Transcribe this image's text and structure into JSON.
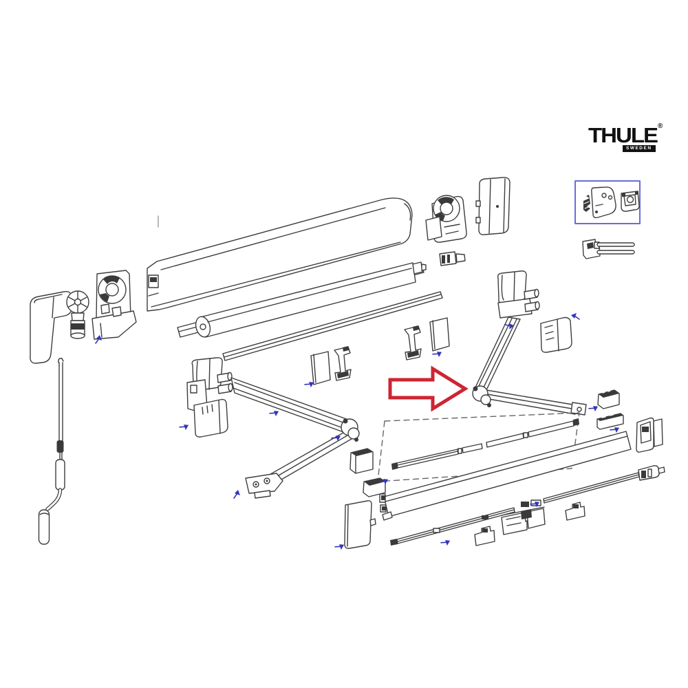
{
  "brand": {
    "wordmark": "THULE",
    "registered_mark": "®",
    "country_label": "SWEDEN"
  },
  "colors": {
    "background": "#ffffff",
    "line": "#3d3d3d",
    "dark_fill": "#3a3a3a",
    "highlight_arrow_red": "#ce2433",
    "callout_blue": "#3434bb",
    "inset_border_blue": "#6b6bd6",
    "logo_black": "#111111"
  },
  "diagram": {
    "type": "exploded-parts-diagram",
    "subject": "awning-assembly",
    "highlighted_part": "arm-elbow-joint",
    "parts": [
      "case-top-profile",
      "case-lid-strip",
      "roller-tube",
      "front-flap-strip",
      "left-end-cap",
      "gear-knob",
      "left-gearbox-bracket",
      "crank-handle",
      "right-gearbox",
      "right-end-cap",
      "roller-spigot",
      "right-support-arm",
      "right-arm-cover",
      "left-support-arm",
      "left-arm-cover",
      "arm-foot-bracket",
      "fabric-clamp-plate",
      "fabric-clamp-hook",
      "tension-rafter-rod",
      "lead-rail-panel",
      "pull-rod",
      "rod-connector",
      "slider-block",
      "step-bracket",
      "double-slider-bracket",
      "cover-plate",
      "end-slider",
      "right-wall-bracket",
      "spare-kit-inset",
      "bracket-with-pins"
    ]
  }
}
